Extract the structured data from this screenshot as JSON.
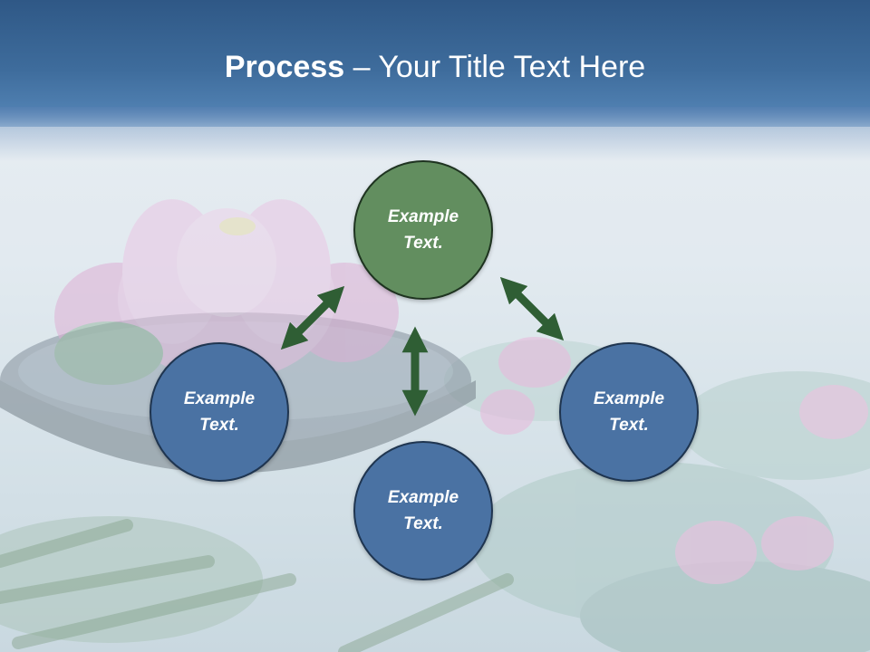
{
  "title": {
    "bold": "Process",
    "rest": " – Your Title Text Here"
  },
  "colors": {
    "header": "#3e6c9c",
    "node_blue": "#4a72a3",
    "node_green": "#628e5f",
    "arrow": "#2f5e34"
  },
  "nodes": [
    {
      "id": "top",
      "text": "Example Text.",
      "color": "green"
    },
    {
      "id": "left",
      "text": "Example Text.",
      "color": "blue"
    },
    {
      "id": "right",
      "text": "Example Text.",
      "color": "blue"
    },
    {
      "id": "bottom",
      "text": "Example Text.",
      "color": "blue"
    }
  ]
}
